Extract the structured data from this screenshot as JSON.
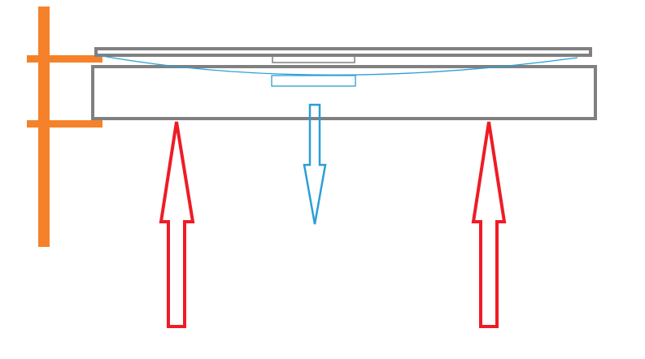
{
  "diagram": {
    "colors": {
      "support": "#f5822a",
      "plate": "#808080",
      "deflection": "#2a9fd6",
      "reaction": "#ee1c25",
      "background": "#ffffff"
    },
    "elements": [
      "wall-support",
      "top-plate",
      "base-box",
      "deflection-curve",
      "load-arrow",
      "reaction-arrow-left",
      "reaction-arrow-right"
    ]
  }
}
